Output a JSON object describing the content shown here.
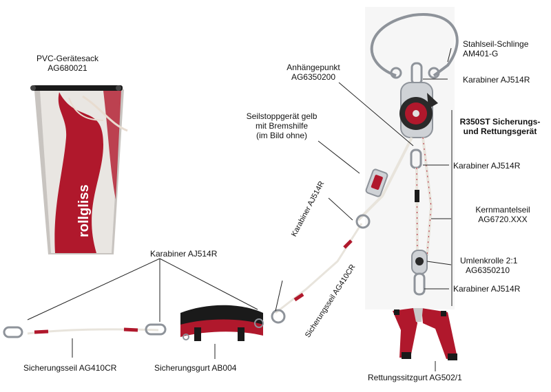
{
  "labels": {
    "sack_name": "PVC-Gerätesack",
    "sack_code": "AG680021",
    "sling_name": "Stahlseil-Schlinge",
    "sling_code": "AM401-G",
    "anchor_name": "Anhängepunkt",
    "anchor_code": "AG6350200",
    "carabiner_top": "Karabiner AJ514R",
    "device_line1": "R350ST Sicherungs-",
    "device_line2": "und Rettungsgerät",
    "stop_line1": "Seilstoppgerät gelb",
    "stop_line2": "mit Bremshilfe",
    "stop_line3": "(im Bild ohne)",
    "carabiner_mid": "Karabiner AJ514R",
    "carabiner_rotated": "Karabiner AJ514R",
    "rope_name": "Kernmantelseil",
    "rope_code": "AG6720.XXX",
    "pulley_name": "Umlenkrolle   2:1",
    "pulley_code": "AG6350210",
    "carabiner_bottom": "Karabiner AJ514R",
    "carabiner_left": "Karabiner AJ514R",
    "lanyard_rotated": "Sicherungsseil AG410CR",
    "lanyard_bottom": "Sicherungsseil AG410CR",
    "belt": "Sicherungsgurt AB004",
    "harness": "Rettungssitzgurt AG502/1",
    "brand": "rollgliss"
  },
  "colors": {
    "brand_red": "#b0182c",
    "rope": "#e8e4dc",
    "metal": "#9aa0a6",
    "belt_dark": "#2a2a2a"
  }
}
